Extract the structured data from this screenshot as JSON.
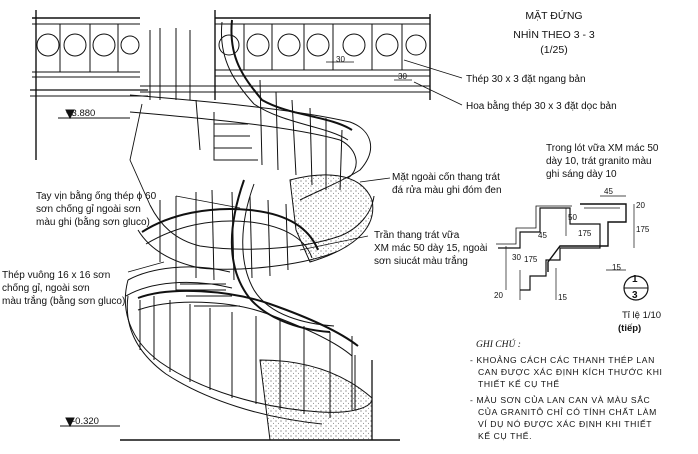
{
  "title": {
    "line1": "MẶT ĐỨNG",
    "line2": "NHÌN THEO 3 - 3",
    "line3": "(1/25)"
  },
  "labels": {
    "thep_ngang": "Thép 30 x 3 đặt ngang bản",
    "hoa_bang_thep": "Hoa bằng thép 30 x 3 đặt dọc bản",
    "tay_vin_1": "Tay vịn bằng ống thép ϕ 60",
    "tay_vin_2": "sơn chống gỉ ngoài sơn",
    "tay_vin_3": "màu ghi (bằng sơn gluco)",
    "thep_vuong_1": "Thép vuông 16 x 16 sơn",
    "thep_vuong_2": "chống gỉ, ngoài sơn",
    "thep_vuong_3": "màu trắng (bằng sơn gluco)",
    "mat_ngoai_1": "Mặt ngoài cốn thang trát",
    "mat_ngoai_2": "đá rửa màu ghi đóm đen",
    "tran_thang_1": "Trần thang trát vữa",
    "tran_thang_2": "XM mác 50 dày 15, ngoài",
    "tran_thang_3": "sơn siucát màu trắng",
    "trong_lot_1": "Trong lót vữa XM mác 50",
    "trong_lot_2": "dày 10, trát granito màu",
    "trong_lot_3": "ghi sáng dày 10",
    "level_top": "+3.880",
    "level_bottom": "-0.320",
    "dim_30_a": "30",
    "dim_30_b": "30",
    "dim_45_top": "45",
    "dim_20_top": "20",
    "dim_50": "50",
    "dim_175_a": "175",
    "dim_45_mid": "45",
    "dim_30_c": "30",
    "dim_175_b": "175",
    "dim_175_c": "175",
    "dim_15_a": "15",
    "dim_20_bottom": "20",
    "dim_15_b": "15",
    "section_top": "1",
    "section_bottom": "3",
    "scale": "Tỉ lệ 1/10",
    "tiep": "(tiếp)"
  },
  "notes": {
    "heading": "GHI CHÚ :",
    "item1_line1": "- KHOẢNG CÁCH CÁC THANH THÉP LAN",
    "item1_line2": "CAN ĐƯỢC XÁC ĐỊNH KÍCH THƯỚC KHI",
    "item1_line3": "THIẾT KẾ CỤ THỂ",
    "item2_line1": "- MÀU SƠN CỦA LAN CAN VÀ MÀU SẮC",
    "item2_line2": "CỦA GRANITÔ CHỈ CÓ TÍNH CHẤT LÀM",
    "item2_line3": "VÍ DỤ NÓ ĐƯỢC XÁC ĐỊNH KHI THIẾT",
    "item2_line4": "KẾ CỤ THỂ."
  }
}
